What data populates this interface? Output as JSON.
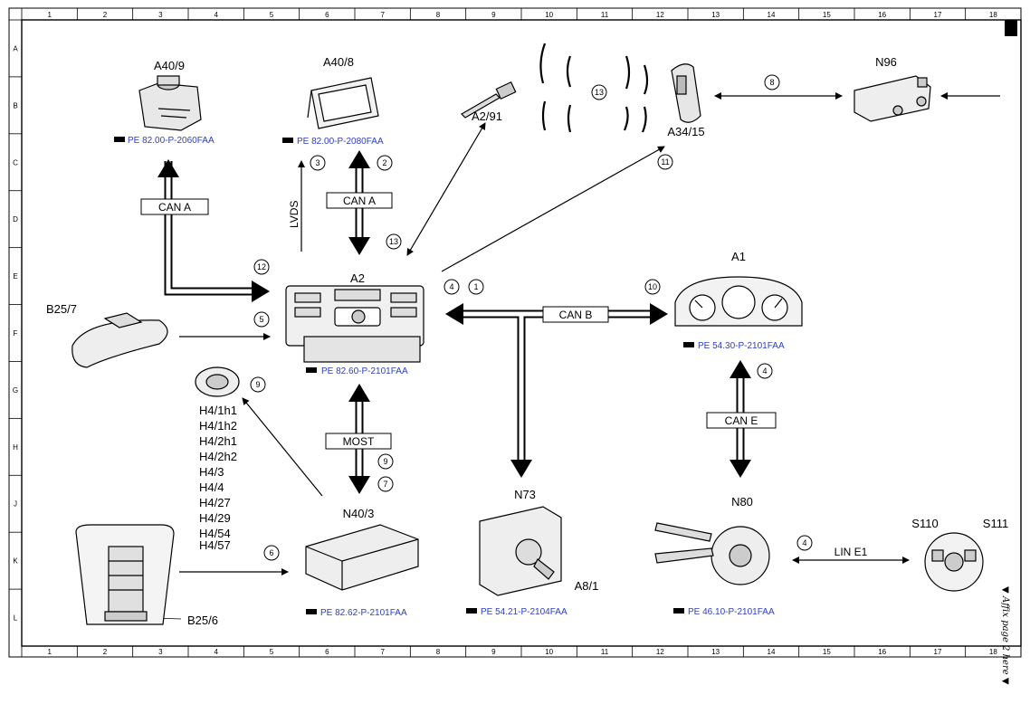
{
  "grid": {
    "columns": [
      "1",
      "2",
      "3",
      "4",
      "5",
      "6",
      "7",
      "8",
      "9",
      "10",
      "11",
      "12",
      "13",
      "14",
      "15",
      "16",
      "17",
      "18"
    ],
    "rows": [
      "A",
      "B",
      "C",
      "D",
      "E",
      "F",
      "G",
      "H",
      "J",
      "K",
      "L"
    ]
  },
  "components": {
    "a40_9": "A40/9",
    "a40_8": "A40/8",
    "a2_91": "A2/91",
    "a34_15": "A34/15",
    "n96": "N96",
    "a2": "A2",
    "a1": "A1",
    "b25_7": "B25/7",
    "n73": "N73",
    "a8_1": "A8/1",
    "n80": "N80",
    "n40_3": "N40/3",
    "s110": "S110",
    "s111": "S111",
    "b25_6": "B25/6"
  },
  "speakers": [
    "H4/1h1",
    "H4/1h2",
    "H4/2h1",
    "H4/2h2",
    "H4/3",
    "H4/4",
    "H4/27",
    "H4/29",
    "H4/54",
    "H4/57"
  ],
  "references": {
    "a40_9": "PE 82.00-P-2060FAA",
    "a40_8": "PE 82.00-P-2080FAA",
    "a2": "PE 82.60-P-2101FAA",
    "a1": "PE 54.30-P-2101FAA",
    "n40_3": "PE 82.62-P-2101FAA",
    "n73": "PE 54.21-P-2104FAA",
    "n80": "PE 46.10-P-2101FAA"
  },
  "buses": {
    "can_a_left": "CAN A",
    "can_a_top": "CAN A",
    "lvds": "LVDS",
    "can_b": "CAN B",
    "can_e": "CAN E",
    "most": "MOST",
    "lin_e1": "LIN E1"
  },
  "signals": {
    "s1": "1",
    "s2": "2",
    "s3": "3",
    "s4a": "4",
    "s4b": "4",
    "s4c": "4",
    "s5": "5",
    "s6": "6",
    "s7": "7",
    "s8": "8",
    "s9a": "9",
    "s9b": "9",
    "s10": "10",
    "s11": "11",
    "s12": "12",
    "s13a": "13",
    "s13b": "13"
  },
  "side_note": "▼ Affix page 2 here ▼",
  "colors": {
    "line": "#000000",
    "reference": "#2f3fbf",
    "bus_box": "#ffffff"
  }
}
